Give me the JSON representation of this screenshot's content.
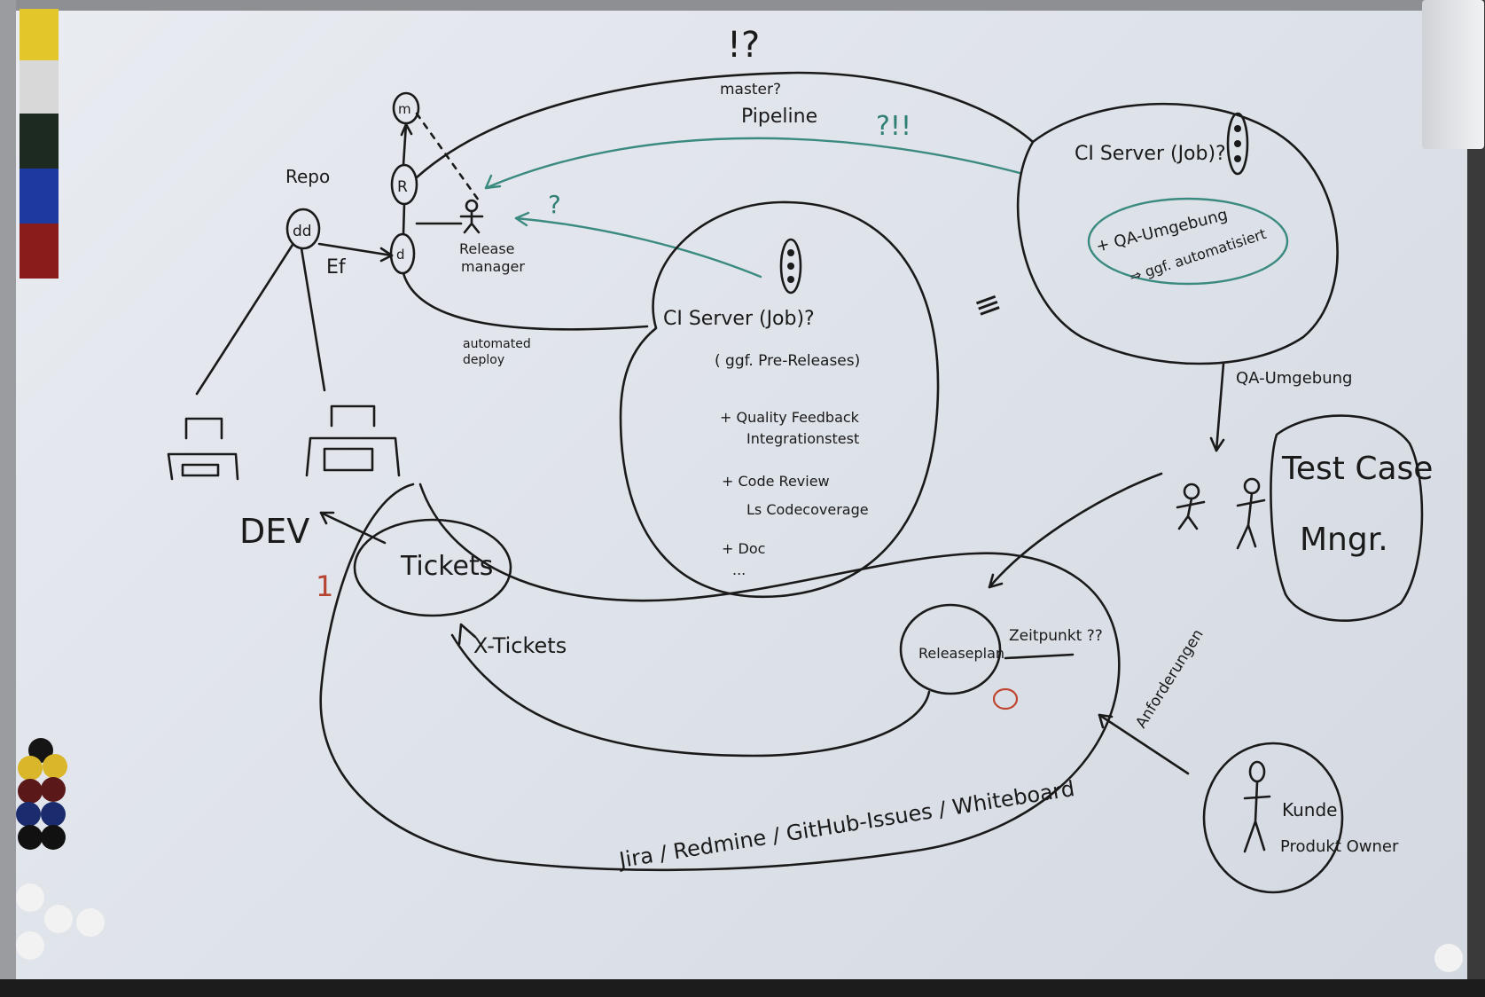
{
  "board": {
    "top_marks": "!?",
    "repo": {
      "label": "Repo",
      "node": "dd"
    },
    "release_node": "R",
    "dev_node": "d",
    "master_node": "m",
    "ef_label": "Ef",
    "release_manager": [
      "Release",
      "manager"
    ],
    "automated_deploy": [
      "automated",
      "deploy"
    ],
    "master_question": "master?",
    "pipeline": "Pipeline",
    "teal_marks": "?!!",
    "teal_question": "?",
    "ci_server_main": "CI Server (Job)?",
    "ci_server_lower": "CI Server (Job)?",
    "ci_lower_items": [
      "( ggf. Pre-Releases)",
      "+ Quality Feedback",
      "Integrationstest",
      "+ Code Review",
      "Ls Codecoverage",
      "+ Doc",
      "..."
    ],
    "ci_main_items": [
      "+ QA-Umgebung",
      "⇒ ggf. automatisiert"
    ],
    "equals_mark": "≡",
    "qa_umgebung": "QA-Umgebung",
    "test_case_mngr": [
      "Test Case",
      "Mngr."
    ],
    "dev_label": "DEV",
    "tickets_label": "Tickets",
    "x_tickets": "X-Tickets",
    "release_pipeline": "Releaseplan",
    "zeitpunkt": "Zeitpunkt ??",
    "anforderungen": "Anforderungen",
    "kunde": [
      "Kunde",
      "Produkt Owner"
    ],
    "tools_line": "Jira / Redmine / GitHub-Issues / Whiteboard",
    "red_mark": "1"
  },
  "colors": {
    "ink": "#1a1a1a",
    "teal": "#2f7f74",
    "red": "#b5432f"
  },
  "icons": [
    "traffic-light-icon",
    "stick-figure-icon",
    "desk-icon",
    "magnet-icon"
  ]
}
